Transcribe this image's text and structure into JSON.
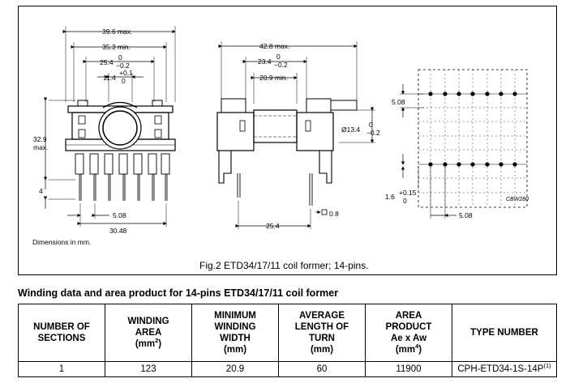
{
  "figure": {
    "caption": "Fig.2  ETD34/17/11 coil former; 14-pins.",
    "dimensions_note": "Dimensions in mm.",
    "code": "CBW280",
    "front_view": {
      "max_width": "39.6 max.",
      "min_width": "35.3 min.",
      "width_25_4": "25.4",
      "width_25_4_tol_upper": "0",
      "width_25_4_tol_lower": "−0.2",
      "width_11_4": "11.4",
      "width_11_4_tol_upper": "+0.1",
      "width_11_4_tol_lower": "0",
      "height": "32.9",
      "height_suffix": "max.",
      "pin_length": "4",
      "pin_pitch": "5.08",
      "pin_span": "30.48"
    },
    "side_view": {
      "max_length": "42.8 max.",
      "length_23_4": "23.4",
      "length_23_4_tol_upper": "0",
      "length_23_4_tol_lower": "−0.2",
      "winding_min": "20.9 min.",
      "diameter": "Ø13.4",
      "diameter_tol_upper": "0",
      "diameter_tol_lower": "−0.2",
      "pin_spacing": "25.4",
      "pin_square": "0.8"
    },
    "pcb_view": {
      "row_pitch": "5.08",
      "hole": "1.6",
      "hole_tol_upper": "+0.15",
      "hole_tol_lower": "0",
      "col_pitch": "5.08"
    }
  },
  "table": {
    "title": "Winding data and area product for 14-pins ETD34/17/11 coil former",
    "headers": {
      "sections": [
        "NUMBER OF",
        "SECTIONS"
      ],
      "winding_area": [
        "WINDING",
        "AREA",
        "(mm",
        "2",
        ")"
      ],
      "min_width": [
        "MINIMUM",
        "WINDING",
        "WIDTH",
        "(mm)"
      ],
      "avg_turn": [
        "AVERAGE",
        "LENGTH OF",
        "TURN",
        "(mm)"
      ],
      "area_product": [
        "AREA",
        "PRODUCT",
        "Ae x Aw",
        "(mm",
        "4",
        ")"
      ],
      "type_number": "TYPE NUMBER"
    },
    "row": {
      "sections": "1",
      "winding_area": "123",
      "min_width": "20.9",
      "avg_turn": "60",
      "area_product": "11900",
      "type_number": "CPH-ETD34-1S-14P",
      "type_note": "(1)"
    }
  }
}
